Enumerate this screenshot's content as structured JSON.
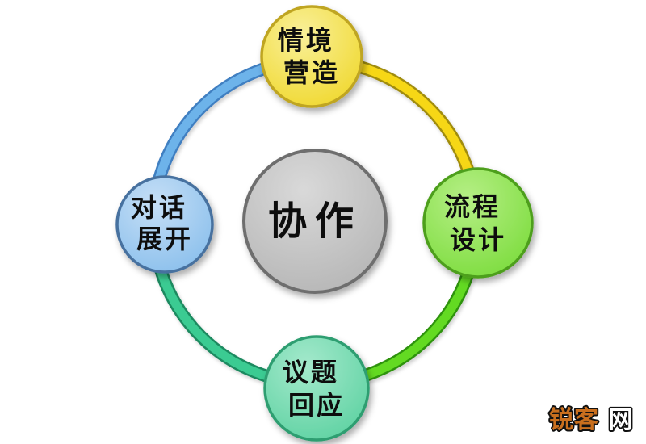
{
  "styles": {
    "background": "#ffffff",
    "text_color": "#111111"
  },
  "center": {
    "label": "协作",
    "fill": "#b5b5b5",
    "fill_light": "#d9d9d9",
    "border": "#6e6e6e"
  },
  "nodes": [
    {
      "id": "top",
      "label": "情境营造",
      "lines": {
        "l1": "情境",
        "l2": "营造"
      },
      "fill": "#f0d82e",
      "fill_light": "#f9f09a",
      "border": "#bfa520"
    },
    {
      "id": "right",
      "label": "流程设计",
      "lines": {
        "l1": "流程",
        "l2": "设计"
      },
      "fill": "#7cdc3d",
      "fill_light": "#b6ef86",
      "border": "#4d9f1c"
    },
    {
      "id": "bottom",
      "label": "议题回应",
      "lines": {
        "l1": "议题",
        "l2": "回应"
      },
      "fill": "#5ed2a2",
      "fill_light": "#a4e9cc",
      "border": "#2f9e71"
    },
    {
      "id": "left",
      "label": "对话展开",
      "lines": {
        "l1": "对话",
        "l2": "展开"
      },
      "fill": "#8abfec",
      "fill_light": "#c6dff6",
      "border": "#46719f"
    }
  ],
  "ring": {
    "segments": [
      {
        "id": "left-to-top",
        "color": "#6db3ea",
        "edge": "#3f7fc1"
      },
      {
        "id": "top-to-right",
        "color": "#f6d718",
        "edge": "#a08c10"
      },
      {
        "id": "right-to-bottom",
        "color": "#64da24",
        "edge": "#2f930f"
      },
      {
        "id": "bottom-to-left",
        "color": "#3bcb92",
        "edge": "#1e8a60"
      }
    ]
  },
  "watermark": {
    "text": "锐客网",
    "part1": "锐客",
    "part2": "网",
    "color1": "#c96f1e",
    "color2": "#ffffff",
    "outline": "#111111"
  }
}
